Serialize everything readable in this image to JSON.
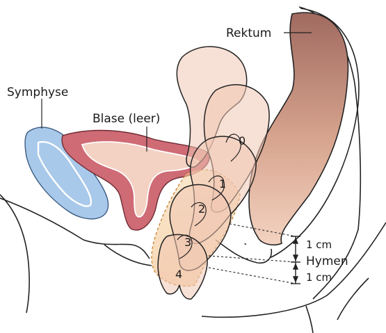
{
  "labels": {
    "rektum": "Rektum",
    "symphyse": "Symphyse",
    "blase": "Blase (leer)",
    "measure_upper": "1 cm",
    "hymen": "Hymen",
    "measure_lower": "1 cm"
  },
  "stages": [
    "0",
    "1",
    "2",
    "3",
    "4"
  ],
  "colors": {
    "symphyse_fill": "#a9c9ea",
    "blase_fill": "#cf6b75",
    "blase_inner": "#f3d2c4",
    "uterus_fill": "#f0c6b2",
    "vagina_fill": "#f3c28e",
    "rektum_top": "#a9736a",
    "rektum_bottom": "#f1cdb7",
    "outline": "#222222"
  }
}
